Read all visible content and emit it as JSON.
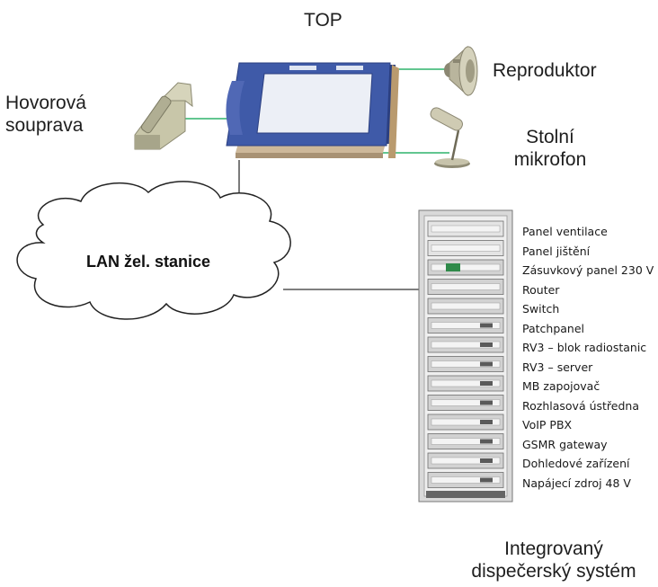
{
  "top_label": "TOP",
  "headset_label_line1": "Hovorová",
  "headset_label_line2": "souprava",
  "speaker_label": "Reproduktor",
  "mic_label_line1": "Stolní",
  "mic_label_line2": "mikrofon",
  "cloud_label": "LAN žel. stanice",
  "system_label_line1": "Integrovaný",
  "system_label_line2": "dispečerský systém",
  "rack_items": [
    "Panel ventilace",
    "Panel jištění",
    "Zásuvkový panel 230 V",
    "Router",
    "Switch",
    "Patchpanel",
    "RV3 – blok radiostanic",
    "RV3 – server",
    "MB zapojovač",
    "Rozhlasová ústředna",
    "VoIP PBX",
    "GSMR gateway",
    "Dohledové zařízení",
    "Napájecí zdroj 48 V"
  ],
  "colors": {
    "link_green": "#2fb36b",
    "link_dark": "#333333",
    "console_blue": "#3f5aa8",
    "rack_grey": "#c8c8c8"
  }
}
